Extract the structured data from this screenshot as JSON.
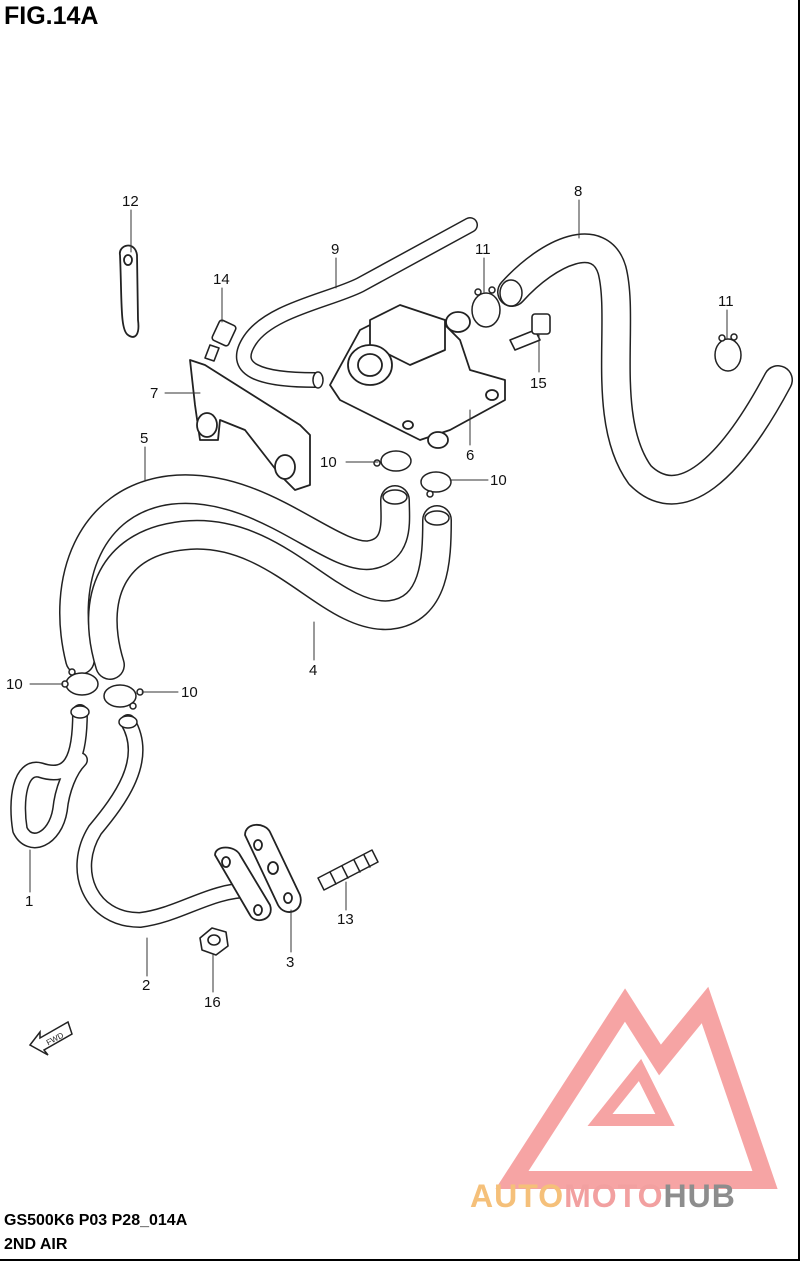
{
  "figure": {
    "title": "FIG.14A"
  },
  "footer": {
    "model_code": "GS500K6 P03 P28_014A",
    "section": "2ND AIR"
  },
  "fwd_arrow": {
    "label": "FWD"
  },
  "watermark": {
    "part1": "AUTO",
    "part2": "MOTO",
    "part3": "HUB",
    "colors": {
      "auto": "#f5c07a",
      "moto": "#f2a0a0",
      "hub": "#8d8d8d",
      "logo": "#f59a9a"
    }
  },
  "callouts": {
    "c1": "1",
    "c2": "2",
    "c3": "3",
    "c4": "4",
    "c5": "5",
    "c6": "6",
    "c7": "7",
    "c8": "8",
    "c9": "9",
    "c10a": "10",
    "c10b": "10",
    "c10c": "10",
    "c10d": "10",
    "c11a": "11",
    "c11b": "11",
    "c12": "12",
    "c13": "13",
    "c14": "14",
    "c15": "15",
    "c16": "16"
  }
}
